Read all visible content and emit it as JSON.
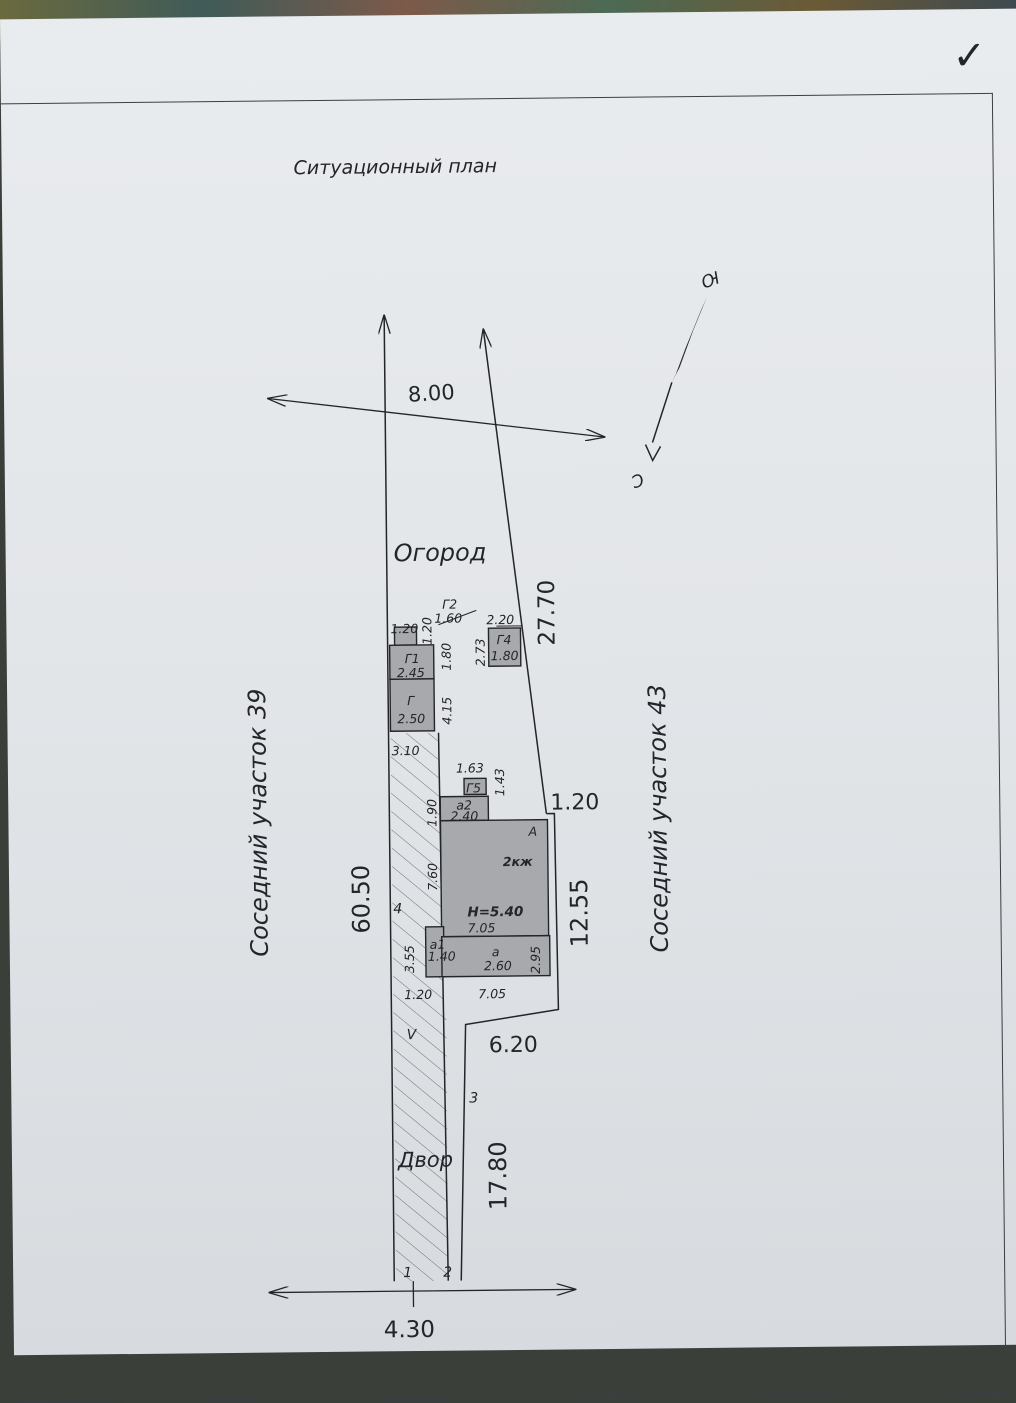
{
  "check_mark": "✓",
  "title": "Ситуационный план",
  "zones": {
    "garden": "Огород",
    "yard": "Двор"
  },
  "neighbors": {
    "left": "Соседний участок 39",
    "right": "Соседний участок 43"
  },
  "compass": {
    "north": "Ю",
    "south": "С"
  },
  "boundary": {
    "top_width": "8.00",
    "left_length": "60.50",
    "right_upper": "27.70",
    "step_small": "1.20",
    "right_middle": "12.55",
    "step_lower": "6.20",
    "right_lower": "17.80",
    "bottom_width": "4.30"
  },
  "points": [
    "1",
    "2",
    "3",
    "4"
  ],
  "buildings": {
    "g2_label": "Г2",
    "g2_width": "1.60",
    "g2_depth": "1.20",
    "g1_top_width": "1.20",
    "g1_label": "Г1",
    "g1_width": "2.45",
    "g1_depth": "1.80",
    "g_label": "Г",
    "g_width": "2.50",
    "g_depth": "4.15",
    "g_base": "3.10",
    "g4_width": "2.20",
    "g4_label": "Г4",
    "g4_depth_label": "1.80",
    "g4_side": "2.73",
    "g5_width": "1.63",
    "g5_label": "Г5",
    "g5_depth": "1.43",
    "a2_label": "а2",
    "a2_width": "2.40",
    "a2_depth": "1.90",
    "house_label": "А",
    "house_type": "2кж",
    "house_height": "Н=5.40",
    "house_depth": "7.60",
    "house_width": "7.05",
    "a1_depth": "3.55",
    "a1_label": "а1",
    "a1_width": "1.40",
    "a_label": "а",
    "a_width": "2.60",
    "a_depth": "2.95",
    "lower_left": "1.20",
    "lower_width": "7.05",
    "hatch_letter": "V"
  },
  "colors": {
    "ink": "#23252a",
    "building_fill": "#a7a9ad",
    "paper": "#e6e9ec"
  }
}
